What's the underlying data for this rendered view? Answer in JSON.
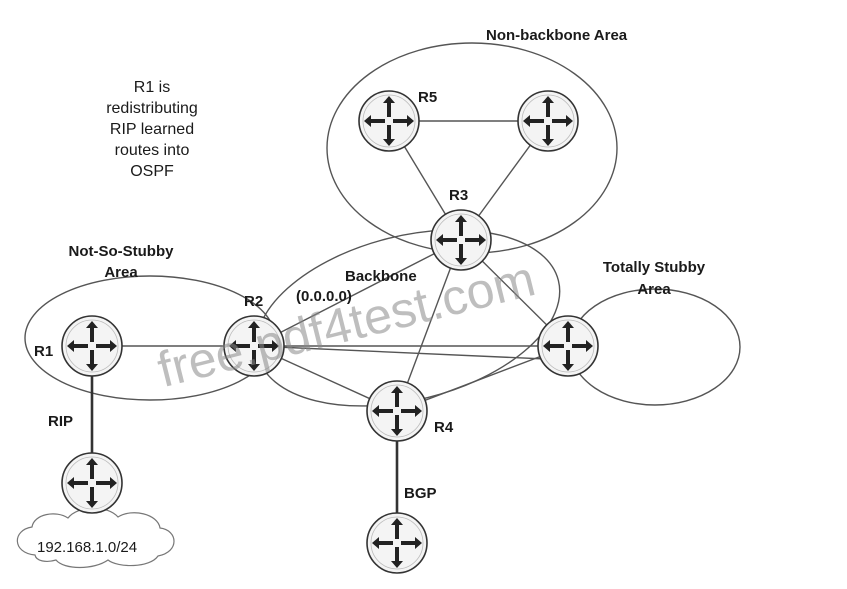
{
  "title": "Non-backbone Area",
  "note_lines": [
    "R1 is",
    "redistributing",
    "RIP learned",
    "routes into",
    "OSPF"
  ],
  "areas": {
    "nssa_line1": "Not-So-Stubby",
    "nssa_line2": "Area",
    "backbone_line1": "Backbone",
    "backbone_line2": "(0.0.0.0)",
    "totally_stubby_line1": "Totally  Stubby",
    "totally_stubby_line2": "Area"
  },
  "routers": {
    "r1": "R1",
    "r2": "R2",
    "r3": "R3",
    "r4": "R4",
    "r5": "R5"
  },
  "links": {
    "rip": "RIP",
    "bgp": "BGP"
  },
  "network": "192.168.1.0/24",
  "watermark": "free.pdf4test.com",
  "colors": {
    "line": "#555555",
    "router_fill": "#f4f4f4",
    "router_stroke": "#333333",
    "arrow": "#222222"
  }
}
